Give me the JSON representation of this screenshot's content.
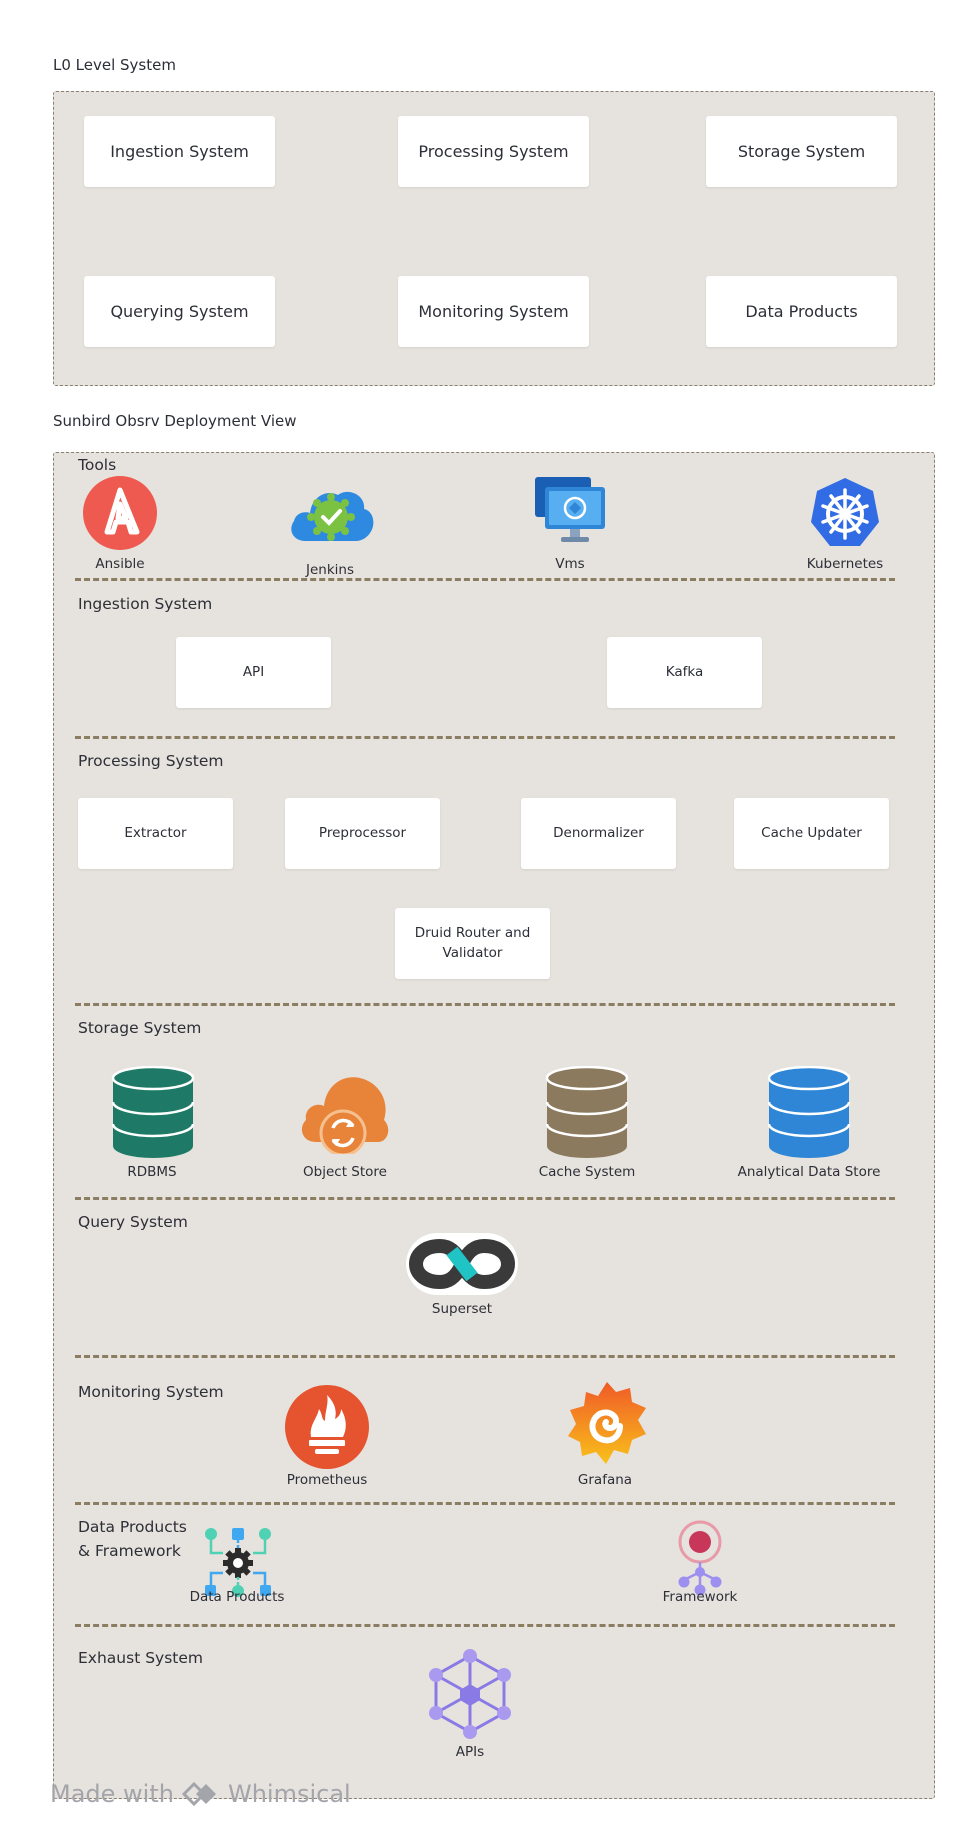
{
  "l0": {
    "title": "L0 Level System",
    "boxes": [
      "Ingestion System",
      "Processing System",
      "Storage System",
      "Querying System",
      "Monitoring System",
      "Data Products"
    ]
  },
  "deployment": {
    "title": "Sunbird Obsrv Deployment View",
    "tools": {
      "label": "Tools",
      "items": [
        "Ansible",
        "Jenkins",
        "Vms",
        "Kubernetes"
      ]
    },
    "ingestion": {
      "label": "Ingestion System",
      "items": [
        "API",
        "Kafka"
      ]
    },
    "processing": {
      "label": "Processing System",
      "items": [
        "Extractor",
        "Preprocessor",
        "Denormalizer",
        "Cache Updater",
        "Druid Router and Validator"
      ]
    },
    "storage": {
      "label": "Storage System",
      "items": [
        "RDBMS",
        "Object Store",
        "Cache System",
        "Analytical Data Store"
      ]
    },
    "query": {
      "label": "Query System",
      "items": [
        "Superset"
      ]
    },
    "monitoring": {
      "label": "Monitoring System",
      "items": [
        "Prometheus",
        "Grafana"
      ]
    },
    "data_products": {
      "label_line1": "Data Products",
      "label_line2": "& Framework",
      "items": [
        "Data Products",
        "Framework"
      ]
    },
    "exhaust": {
      "label": "Exhaust System",
      "items": [
        "APIs"
      ]
    }
  },
  "watermark": {
    "made_with": "Made with",
    "brand": "Whimsical"
  },
  "colors": {
    "frame_bg": "#e6e2dd",
    "frame_border": "#8b8070",
    "divider": "#8b7d62",
    "ansible": "#ee5a4f",
    "rdbms": "#1e7a66",
    "object_store": "#e8843a",
    "cache": "#8b7a5e",
    "analytical": "#2f86d6",
    "prometheus": "#e5532f",
    "apis": "#a99af0"
  },
  "icons": [
    "ansible-icon",
    "jenkins-icon",
    "vms-icon",
    "kubernetes-icon",
    "rdbms-database-icon",
    "object-store-icon",
    "cache-database-icon",
    "analytical-database-icon",
    "superset-icon",
    "prometheus-icon",
    "grafana-icon",
    "data-products-icon",
    "framework-icon",
    "apis-icon",
    "whimsical-logo-icon"
  ]
}
